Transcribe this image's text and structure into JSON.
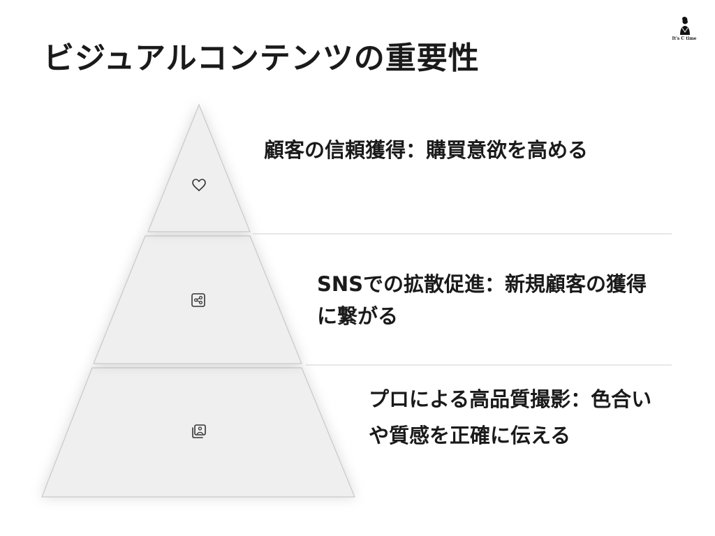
{
  "title": "ビジュアルコンテンツの重要性",
  "logo": {
    "text": "It's C time",
    "icon": "person-silhouette-icon"
  },
  "pyramid": {
    "layers": [
      {
        "position": "top",
        "icon": "heart-icon",
        "text": "顧客の信頼獲得：購買意欲を高める"
      },
      {
        "position": "middle",
        "icon": "share-icon",
        "text": "SNSでの拡散促進：新規顧客の獲得に繋がる"
      },
      {
        "position": "bottom",
        "icon": "image-gallery-icon",
        "text": "プロによる高品質撮影：色合いや質感を正確に伝える"
      }
    ]
  },
  "colors": {
    "layer_fill": "#efefef",
    "layer_stroke": "#c8c8c8",
    "divider": "#d9d9d9",
    "text": "#1a1a1a"
  }
}
